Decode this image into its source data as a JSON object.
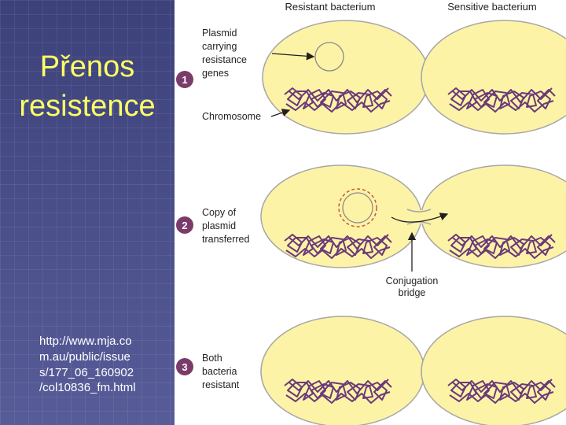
{
  "slide": {
    "title_line1": "Přenos",
    "title_line2": "resistence",
    "source_url_lines": [
      "http://www.mja.co",
      "m.au/public/issue",
      "s/177_06_160902",
      "/col10836_fm.html"
    ]
  },
  "diagram": {
    "header_left": "Resistant bacterium",
    "header_right": "Sensitive bacterium",
    "steps": [
      {
        "number": "1",
        "caption_lines": [
          "Plasmid",
          "carrying",
          "resistance",
          "genes"
        ],
        "extra_label": "Chromosome"
      },
      {
        "number": "2",
        "caption_lines": [
          "Copy of",
          "plasmid",
          "transferred"
        ],
        "extra_label_lines": [
          "Conjugation",
          "bridge"
        ]
      },
      {
        "number": "3",
        "caption_lines": [
          "Both",
          "bacteria",
          "resistant"
        ]
      }
    ]
  },
  "colors": {
    "panel_bg": "#4a4f8a",
    "title_text": "#ffff66",
    "cell_fill": "#fdf3a7",
    "chromosome": "#6b3a78",
    "step_badge": "#7a3b6a"
  }
}
